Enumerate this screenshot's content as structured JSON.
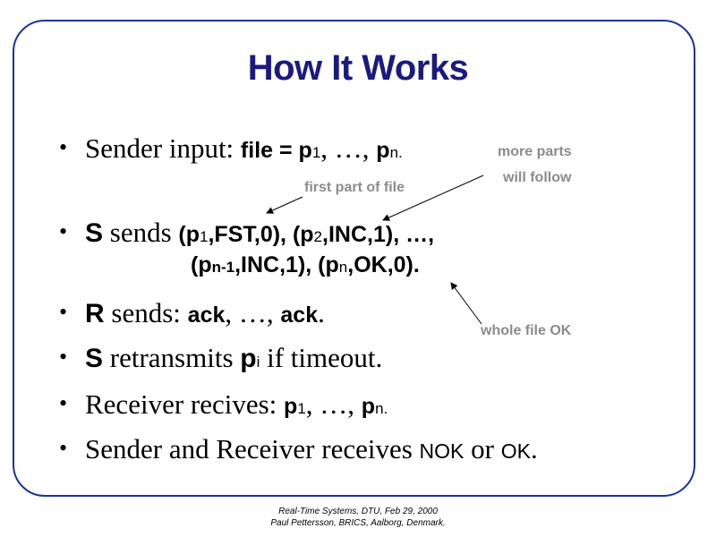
{
  "title": "How It Works",
  "lines": [
    {
      "bullet": true,
      "segments": [
        {
          "t": "Sender input: ",
          "c": "r"
        },
        {
          "t": "file = p",
          "c": "b"
        },
        {
          "t": "1",
          "c": "s"
        },
        {
          "t": ", …, ",
          "c": "r"
        },
        {
          "t": "p",
          "c": "b"
        },
        {
          "t": "n.",
          "c": "s"
        }
      ]
    },
    {
      "bullet": true,
      "segments": [
        {
          "t": "S",
          "c": "B"
        },
        {
          "t": " sends  ",
          "c": "r"
        },
        {
          "t": "(p",
          "c": "b"
        },
        {
          "t": "1",
          "c": "s"
        },
        {
          "t": ",FST,0), (p",
          "c": "b"
        },
        {
          "t": "2",
          "c": "s"
        },
        {
          "t": ",INC,1), …,",
          "c": "b"
        }
      ]
    },
    {
      "bullet": false,
      "segments": [
        {
          "t": "(p",
          "c": "b"
        },
        {
          "t": "n-1",
          "c": "sb"
        },
        {
          "t": ",INC,1), (p",
          "c": "b"
        },
        {
          "t": "n",
          "c": "s"
        },
        {
          "t": ",OK,0).",
          "c": "b"
        }
      ]
    },
    {
      "bullet": true,
      "segments": [
        {
          "t": "R",
          "c": "B"
        },
        {
          "t": " sends: ",
          "c": "r"
        },
        {
          "t": "ack",
          "c": "b"
        },
        {
          "t": ", …, ",
          "c": "r"
        },
        {
          "t": "ack",
          "c": "b"
        },
        {
          "t": ".",
          "c": "r"
        }
      ]
    },
    {
      "bullet": true,
      "segments": [
        {
          "t": "S",
          "c": "B"
        },
        {
          "t": " retransmits ",
          "c": "r"
        },
        {
          "t": "p",
          "c": "B"
        },
        {
          "t": "i",
          "c": "s"
        },
        {
          "t": " if  timeout.",
          "c": "r"
        }
      ]
    },
    {
      "bullet": true,
      "segments": [
        {
          "t": "Receiver recives: ",
          "c": "r"
        },
        {
          "t": "p",
          "c": "b"
        },
        {
          "t": "1",
          "c": "s"
        },
        {
          "t": ", …, ",
          "c": "r"
        },
        {
          "t": "p",
          "c": "b"
        },
        {
          "t": "n.",
          "c": "s"
        }
      ]
    },
    {
      "bullet": true,
      "segments": [
        {
          "t": "Sender and Receiver receives ",
          "c": "r"
        },
        {
          "t": "NOK",
          "c": "n"
        },
        {
          "t": " or ",
          "c": "r"
        },
        {
          "t": "OK",
          "c": "n"
        },
        {
          "t": ".",
          "c": "r"
        }
      ]
    }
  ],
  "notes": {
    "more_parts": "more parts",
    "will_follow": "will follow",
    "first_part": "first part of file",
    "whole_file": "whole file OK"
  },
  "footer": {
    "line1": "Real-Time Systems, DTU, Feb 29, 2000",
    "line2": "Paul Pettersson, BRICS, Aalborg, Denmark."
  },
  "colors": {
    "title": "#1a1a80",
    "frame": "#1a3399",
    "note": "#8c8c8c"
  }
}
